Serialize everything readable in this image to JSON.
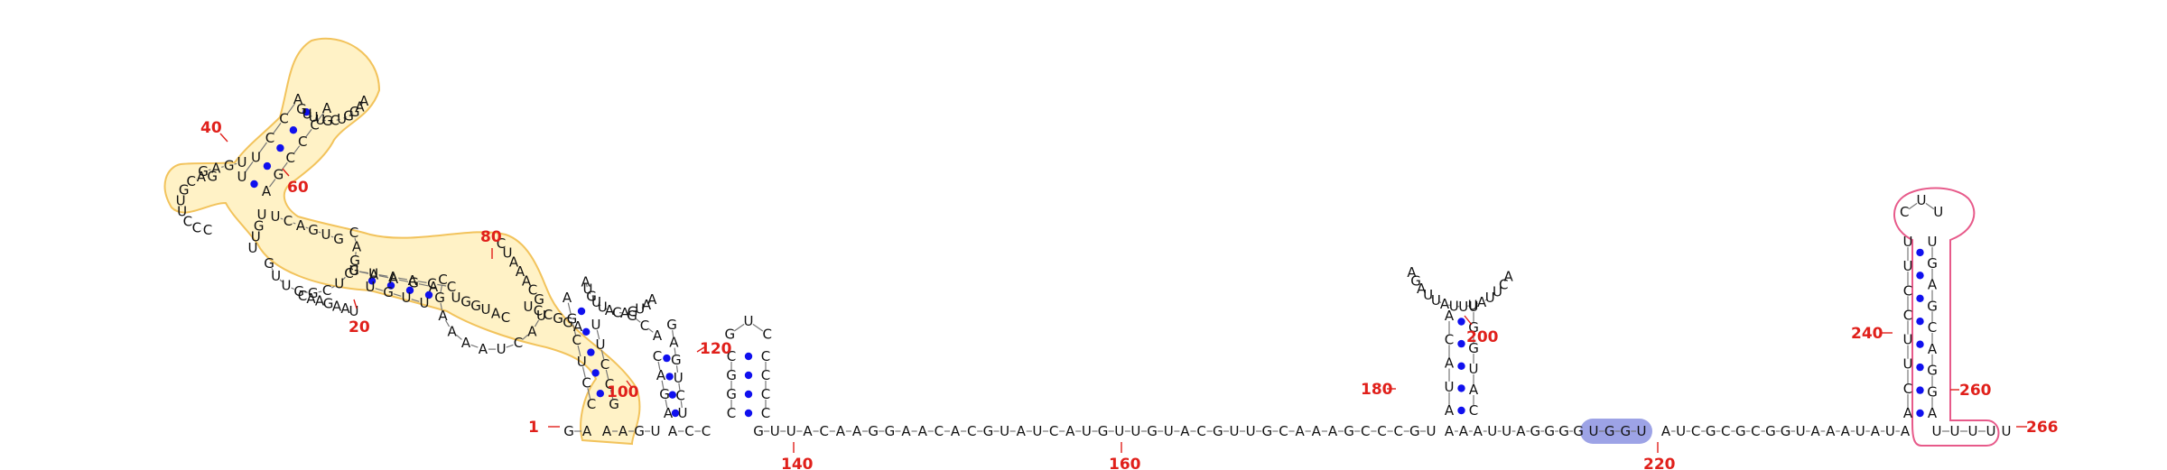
{
  "colors": {
    "nucleotide": "#111111",
    "base_pair": "#1010ee",
    "position_label": "#e0201b",
    "domain_highlight_fill": "#fff2c6",
    "domain_highlight_stroke": "#f2c35c",
    "terminator_highlight_stroke": "#e75a8a",
    "motif_highlight_fill": "#9da3e6"
  },
  "position_labels": {
    "p1": "1",
    "p20": "20",
    "p40": "40",
    "p60": "60",
    "p80": "80",
    "p100": "100",
    "p120": "120",
    "p140": "140",
    "p160": "160",
    "p180": "180",
    "p200": "200",
    "p220": "220",
    "p240": "240",
    "p260": "260",
    "p266": "266"
  },
  "motif_sequence": "UGGU",
  "backbone_tail": "GUUACAAGGAACACGUAUCAUGUUGUACGUUGCAAAGCCCGU",
  "mid_linker": "AAAUUAGGGG",
  "end_linker": "AUCGCGCGGUAAAUAUA",
  "terminator_loop": "UUUU",
  "terminator_end": "U",
  "hairpin_180_left": "AUACA",
  "hairpin_180_loop": "AGAUUAUUUAUUCA",
  "hairpin_180_right": "CAUGGU",
  "terminator_left": "ACUUCCUU",
  "terminator_loop_top": "CUU",
  "terminator_right": "AGGACGAGU"
}
